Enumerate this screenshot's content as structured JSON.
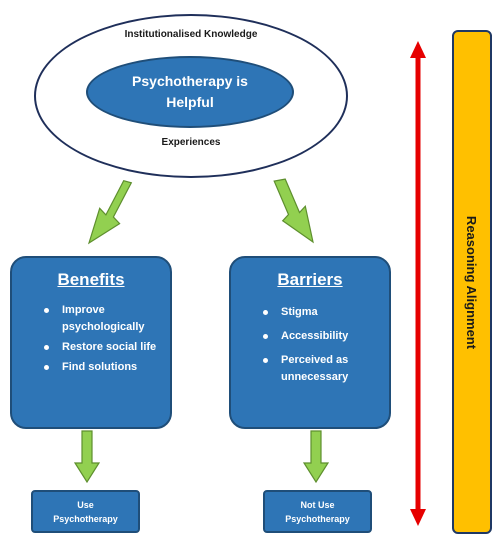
{
  "outer": {
    "top_label": "Institutionalised Knowledge",
    "bottom_label": "Experiences"
  },
  "center": {
    "text": "Psychotherapy is Helpful"
  },
  "benefits": {
    "title": "Benefits",
    "items": [
      "Improve psychologically",
      "Restore social life",
      "Find solutions"
    ],
    "outcome": "Use Psychotherapy"
  },
  "barriers": {
    "title": "Barriers",
    "items": [
      "Stigma",
      "Accessibility",
      "Perceived as unnecessary"
    ],
    "outcome": "Not Use Psychotherapy"
  },
  "side": {
    "label": "Reasoning Alignment"
  },
  "colors": {
    "box_fill": "#2e75b6",
    "arrow_fill": "#92d050",
    "side_bar": "#ffc000",
    "double_arrow": "#e60000"
  }
}
